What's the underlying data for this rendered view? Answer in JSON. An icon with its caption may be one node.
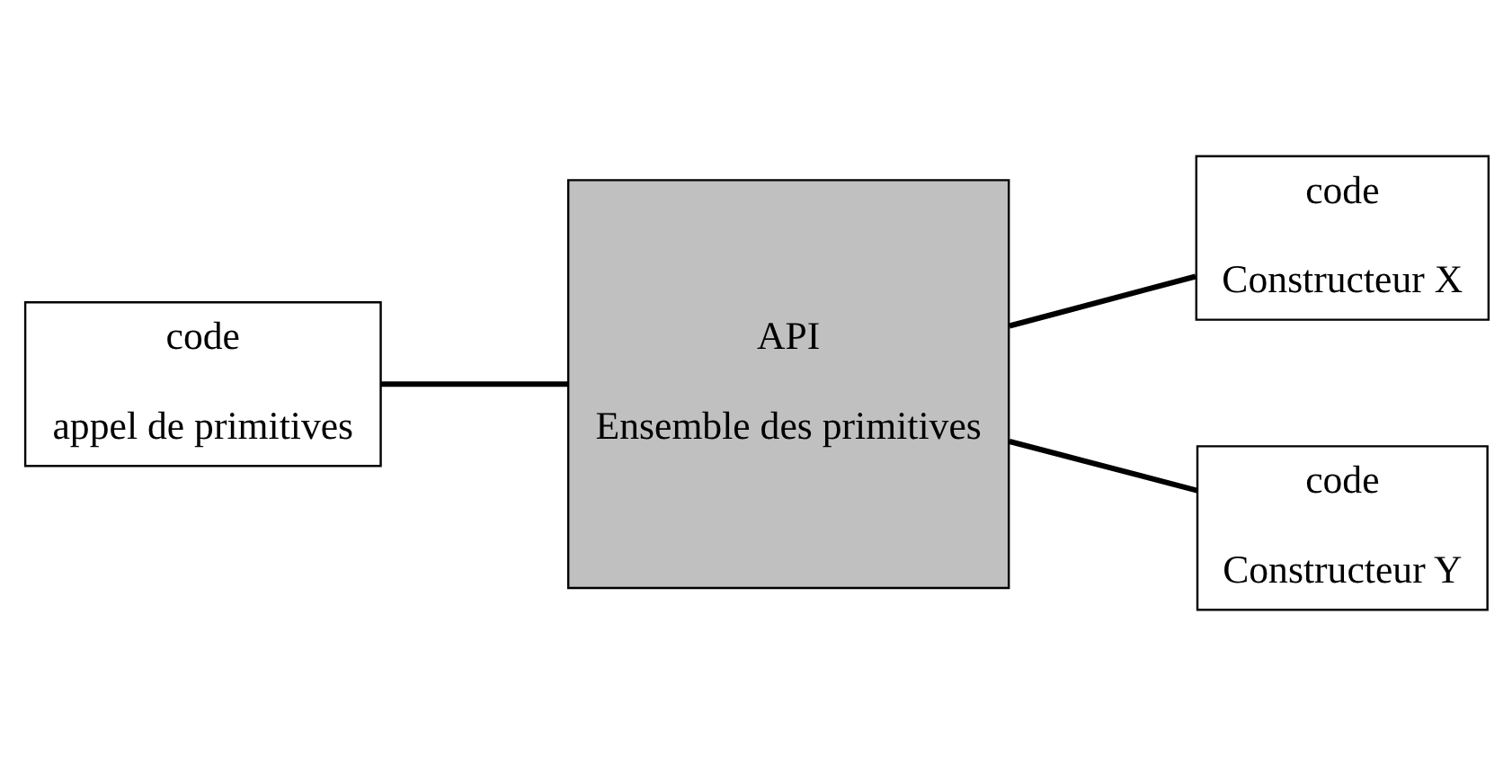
{
  "diagram": {
    "nodes": [
      {
        "text": [
          "code",
          "appel de primitives"
        ]
      },
      {
        "text": [
          "API",
          "Ensemble des primitives"
        ]
      },
      {
        "text": [
          "code",
          "Constructeur X"
        ]
      },
      {
        "text": [
          "code",
          "Constructeur Y"
        ]
      }
    ],
    "edges": [
      {
        "from": 0,
        "to": 1,
        "arrow": "none"
      },
      {
        "from": 1,
        "to": 2,
        "arrow": "none"
      },
      {
        "from": 1,
        "to": 3,
        "arrow": "none"
      }
    ]
  }
}
